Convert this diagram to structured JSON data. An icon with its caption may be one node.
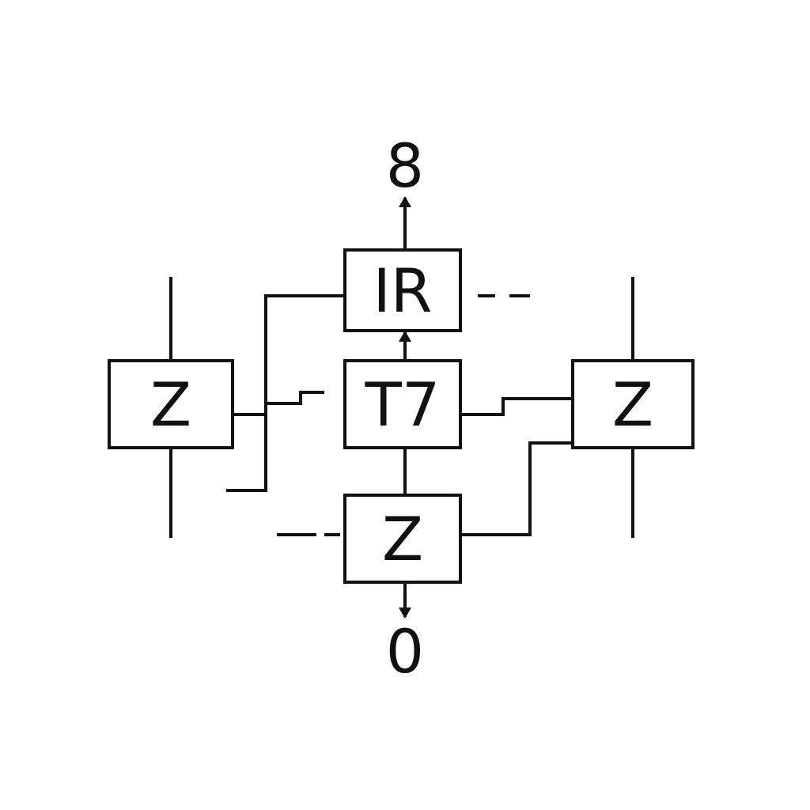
{
  "diagram": {
    "nodes": [
      {
        "text": [
          "8"
        ]
      },
      {
        "text": [
          "IR"
        ]
      },
      {
        "text": [
          "Z"
        ]
      },
      {
        "text": [
          "T7"
        ]
      },
      {
        "text": [
          "Z"
        ]
      },
      {
        "text": [
          "Z"
        ]
      },
      {
        "text": [
          "0"
        ]
      }
    ],
    "edges": [
      {
        "from": 1,
        "to": 0,
        "arrow": "to"
      },
      {
        "from": 2,
        "to": 1,
        "arrow": "none"
      },
      {
        "from": 3,
        "to": 1,
        "arrow": "to"
      },
      {
        "from": 3,
        "to": 5,
        "arrow": "none"
      },
      {
        "from": 5,
        "to": 6,
        "arrow": "to"
      },
      {
        "from": 5,
        "to": 4,
        "arrow": "none"
      },
      {
        "from": 3,
        "to": 4,
        "arrow": "none"
      }
    ]
  }
}
